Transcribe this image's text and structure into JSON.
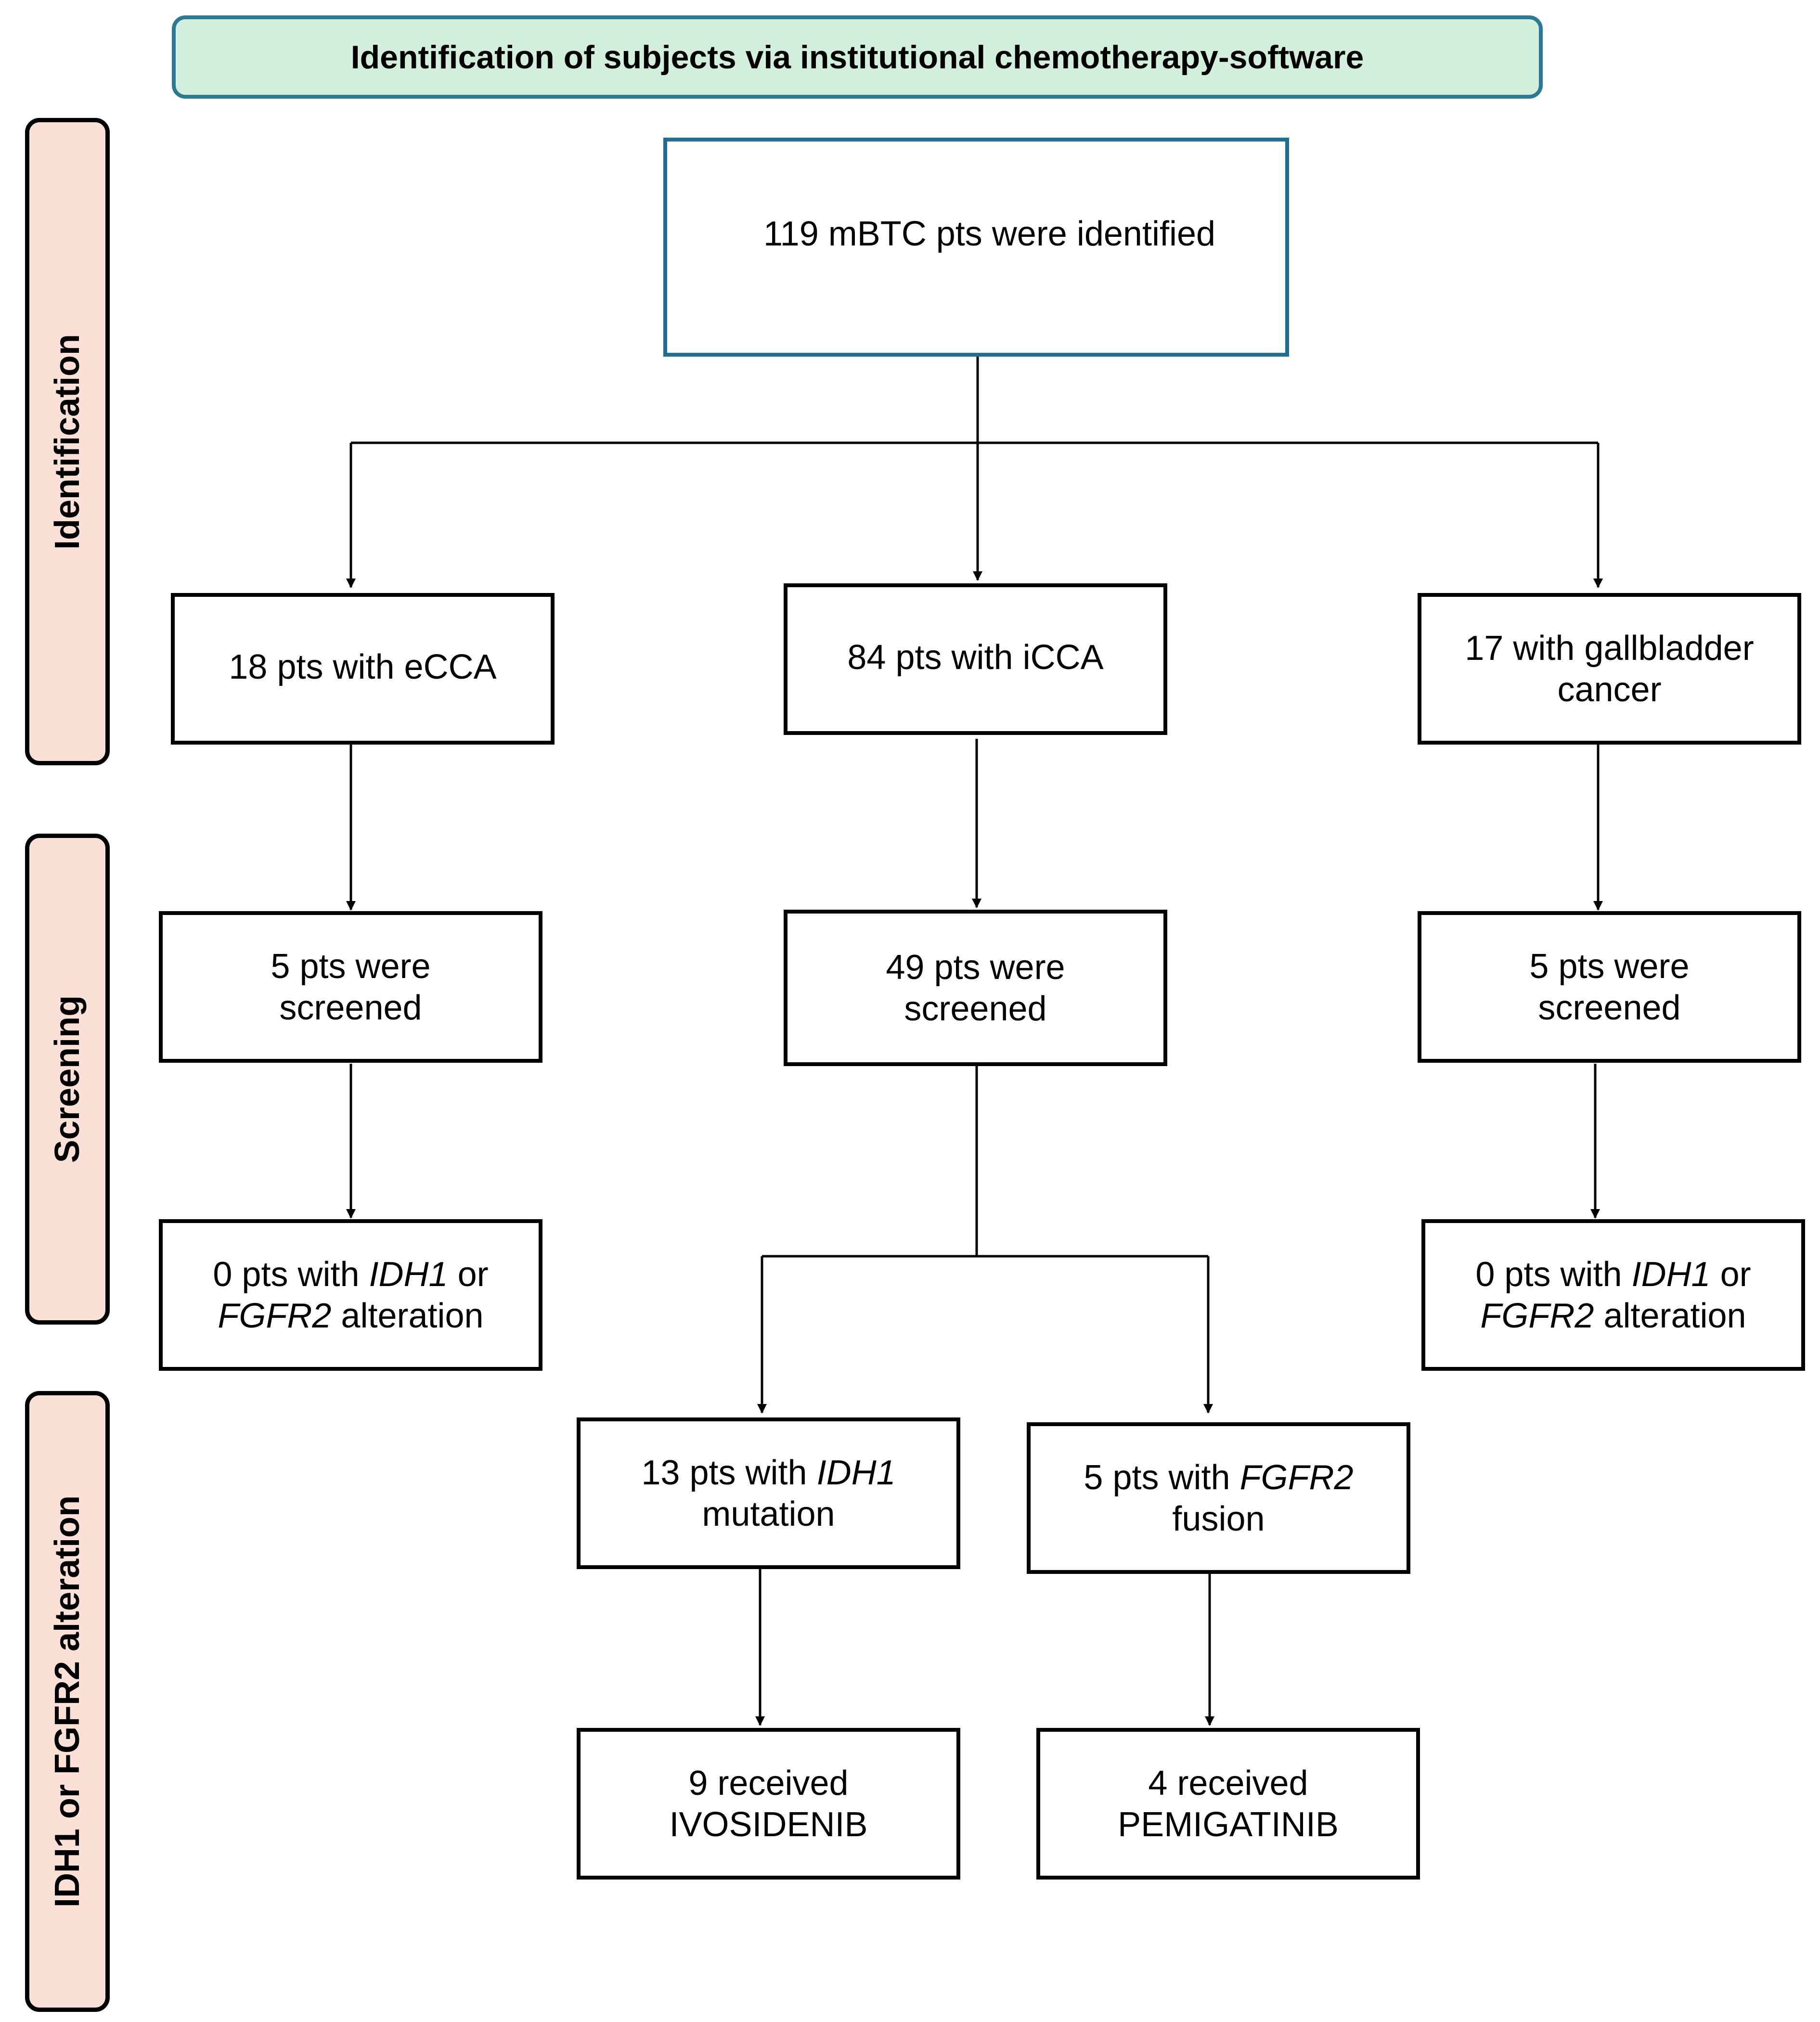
{
  "header": {
    "title": "Identification of subjects via institutional chemotherapy-software"
  },
  "stages": {
    "identification": "Identification",
    "screening": "Screening",
    "alteration": "IDH1 or FGFR2 alteration"
  },
  "boxes": {
    "identified": "119 mBTC pts were identified",
    "ecca": "18 pts with eCCA",
    "icca": "84 pts with iCCA",
    "gallbladder": {
      "line1": "17 with gallbladder",
      "line2": "cancer"
    },
    "ecca_screened": {
      "line1": "5 pts were",
      "line2": "screened"
    },
    "icca_screened": {
      "line1": "49 pts were",
      "line2": "screened"
    },
    "gb_screened": {
      "line1": "5 pts were",
      "line2": "screened"
    },
    "ecca_none": {
      "prefix": "0 pts with",
      "gene1": "IDH1",
      "conj": "or",
      "gene2": "FGFR2",
      "suffix": "alteration"
    },
    "gb_none": {
      "prefix": "0 pts with",
      "gene1": "IDH1",
      "conj": "or",
      "gene2": "FGFR2",
      "suffix": "alteration"
    },
    "idh1_mut": {
      "prefix": "13 pts with",
      "gene": "IDH1",
      "line2": "mutation"
    },
    "fgfr2_fus": {
      "prefix": "5 pts with",
      "gene": "FGFR2",
      "line2": "fusion"
    },
    "ivosidenib": {
      "line1": "9 received",
      "line2": "IVOSIDENIB"
    },
    "pemigatinib": {
      "line1": "4 received",
      "line2": "PEMIGATINIB"
    }
  }
}
